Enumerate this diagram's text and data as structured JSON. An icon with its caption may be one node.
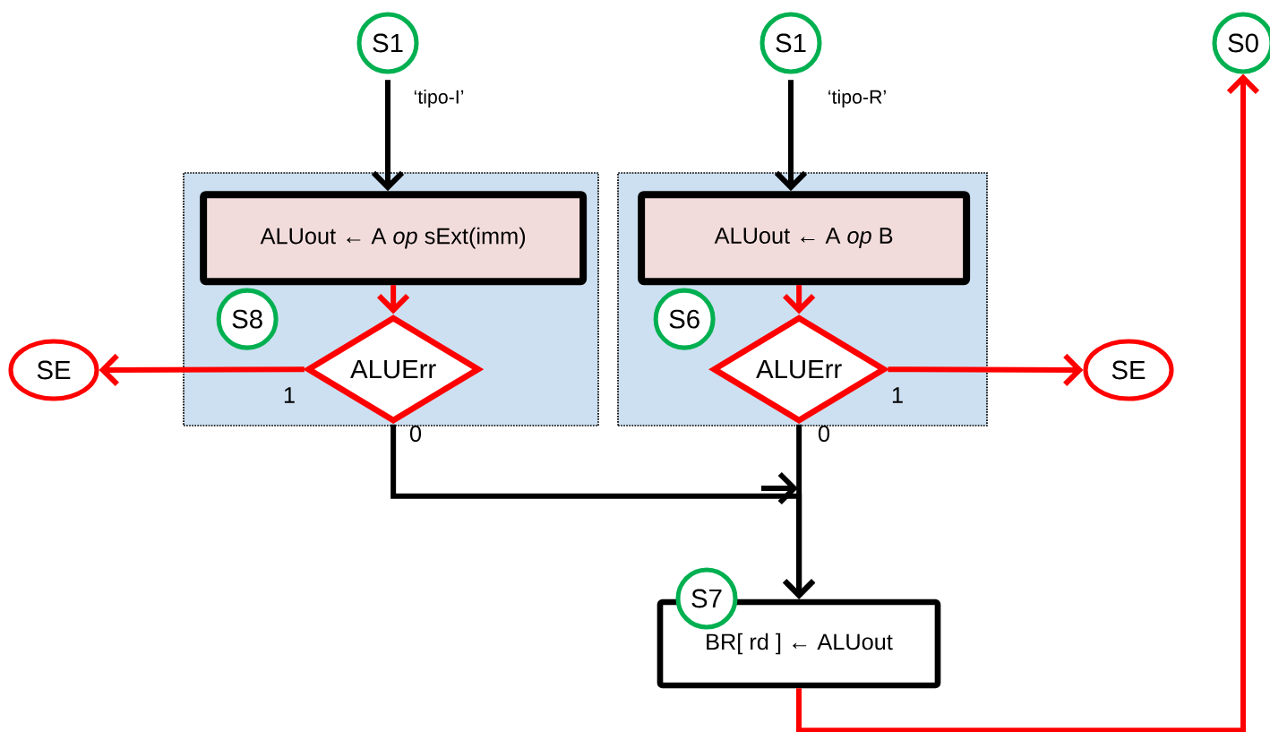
{
  "diagram": {
    "nodes": [
      {
        "text": [
          "S1"
        ]
      },
      {
        "text": [
          "S1"
        ]
      },
      {
        "text": [
          "S0"
        ]
      },
      {
        "text": [],
        "shape": "box"
      },
      {
        "text": [
          "ALUout ← A *op* sExt(imm)"
        ],
        "in": 3
      },
      {
        "text": [
          "S8"
        ],
        "in": 3
      },
      {
        "text": [
          "ALUErr"
        ],
        "in": 3
      },
      {
        "text": [
          "SE"
        ]
      },
      {
        "text": [],
        "shape": "box"
      },
      {
        "text": [
          "ALUout ← A *op* B"
        ],
        "in": 8
      },
      {
        "text": [
          "S6"
        ],
        "in": 8
      },
      {
        "text": [
          "ALUErr"
        ],
        "in": 8
      },
      {
        "text": [
          "SE"
        ]
      },
      {
        "text": [
          "S7"
        ]
      },
      {
        "text": [
          "BR[ rd ] ← ALUout"
        ]
      }
    ],
    "edges": [
      {
        "from": 0,
        "to": 4,
        "arrow": "to",
        "label": "‘tipo-I’",
        "color": "#000000"
      },
      {
        "from": 1,
        "to": 9,
        "arrow": "to",
        "label": "‘tipo-R’",
        "color": "#000000"
      },
      {
        "from": 4,
        "to": 6,
        "arrow": "to",
        "color": "#ff0000"
      },
      {
        "from": 9,
        "to": 11,
        "arrow": "to",
        "color": "#ff0000"
      },
      {
        "from": 6,
        "to": 7,
        "arrow": "to",
        "label": "1",
        "color": "#ff0000"
      },
      {
        "from": 11,
        "to": 12,
        "arrow": "to",
        "label": "1",
        "color": "#ff0000"
      },
      {
        "from": 6,
        "to": 14,
        "arrow": "to",
        "label": "0",
        "color": "#000000"
      },
      {
        "from": 11,
        "to": 14,
        "arrow": "to",
        "label": "0",
        "color": "#000000"
      },
      {
        "from": 14,
        "to": 2,
        "arrow": "to",
        "color": "#ff0000"
      }
    ]
  }
}
